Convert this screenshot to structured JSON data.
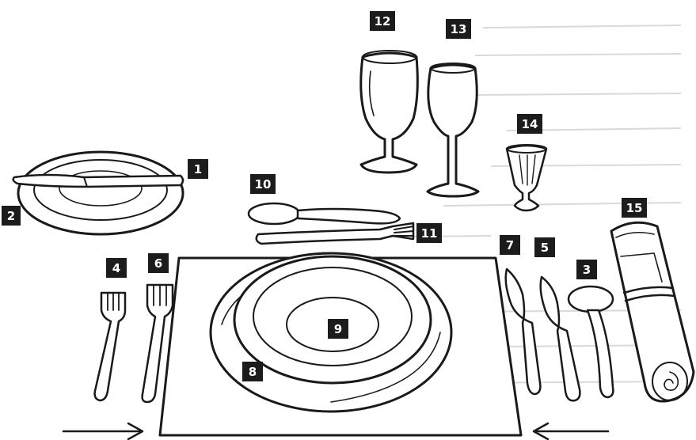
{
  "diagram": {
    "labels": [
      {
        "id": "1",
        "text": "1",
        "item": "butter-knife"
      },
      {
        "id": "2",
        "text": "2",
        "item": "bread-plate"
      },
      {
        "id": "3",
        "text": "3",
        "item": "soup-spoon"
      },
      {
        "id": "4",
        "text": "4",
        "item": "salad-fork"
      },
      {
        "id": "5",
        "text": "5",
        "item": "dinner-knife"
      },
      {
        "id": "6",
        "text": "6",
        "item": "dinner-fork"
      },
      {
        "id": "7",
        "text": "7",
        "item": "salad-knife"
      },
      {
        "id": "8",
        "text": "8",
        "item": "charger-plate"
      },
      {
        "id": "9",
        "text": "9",
        "item": "soup-bowl"
      },
      {
        "id": "10",
        "text": "10",
        "item": "dessert-spoon"
      },
      {
        "id": "11",
        "text": "11",
        "item": "dessert-fork"
      },
      {
        "id": "12",
        "text": "12",
        "item": "water-glass"
      },
      {
        "id": "13",
        "text": "13",
        "item": "wine-glass"
      },
      {
        "id": "14",
        "text": "14",
        "item": "cordial-glass"
      },
      {
        "id": "15",
        "text": "15",
        "item": "napkin-roll"
      }
    ],
    "arrows": [
      "left-arrow-pointing-right",
      "right-arrow-pointing-left"
    ],
    "colors": {
      "ink": "#1a1a1a",
      "badge": "#1c1c1c",
      "badge_text": "#ffffff",
      "background": "#ffffff"
    }
  }
}
